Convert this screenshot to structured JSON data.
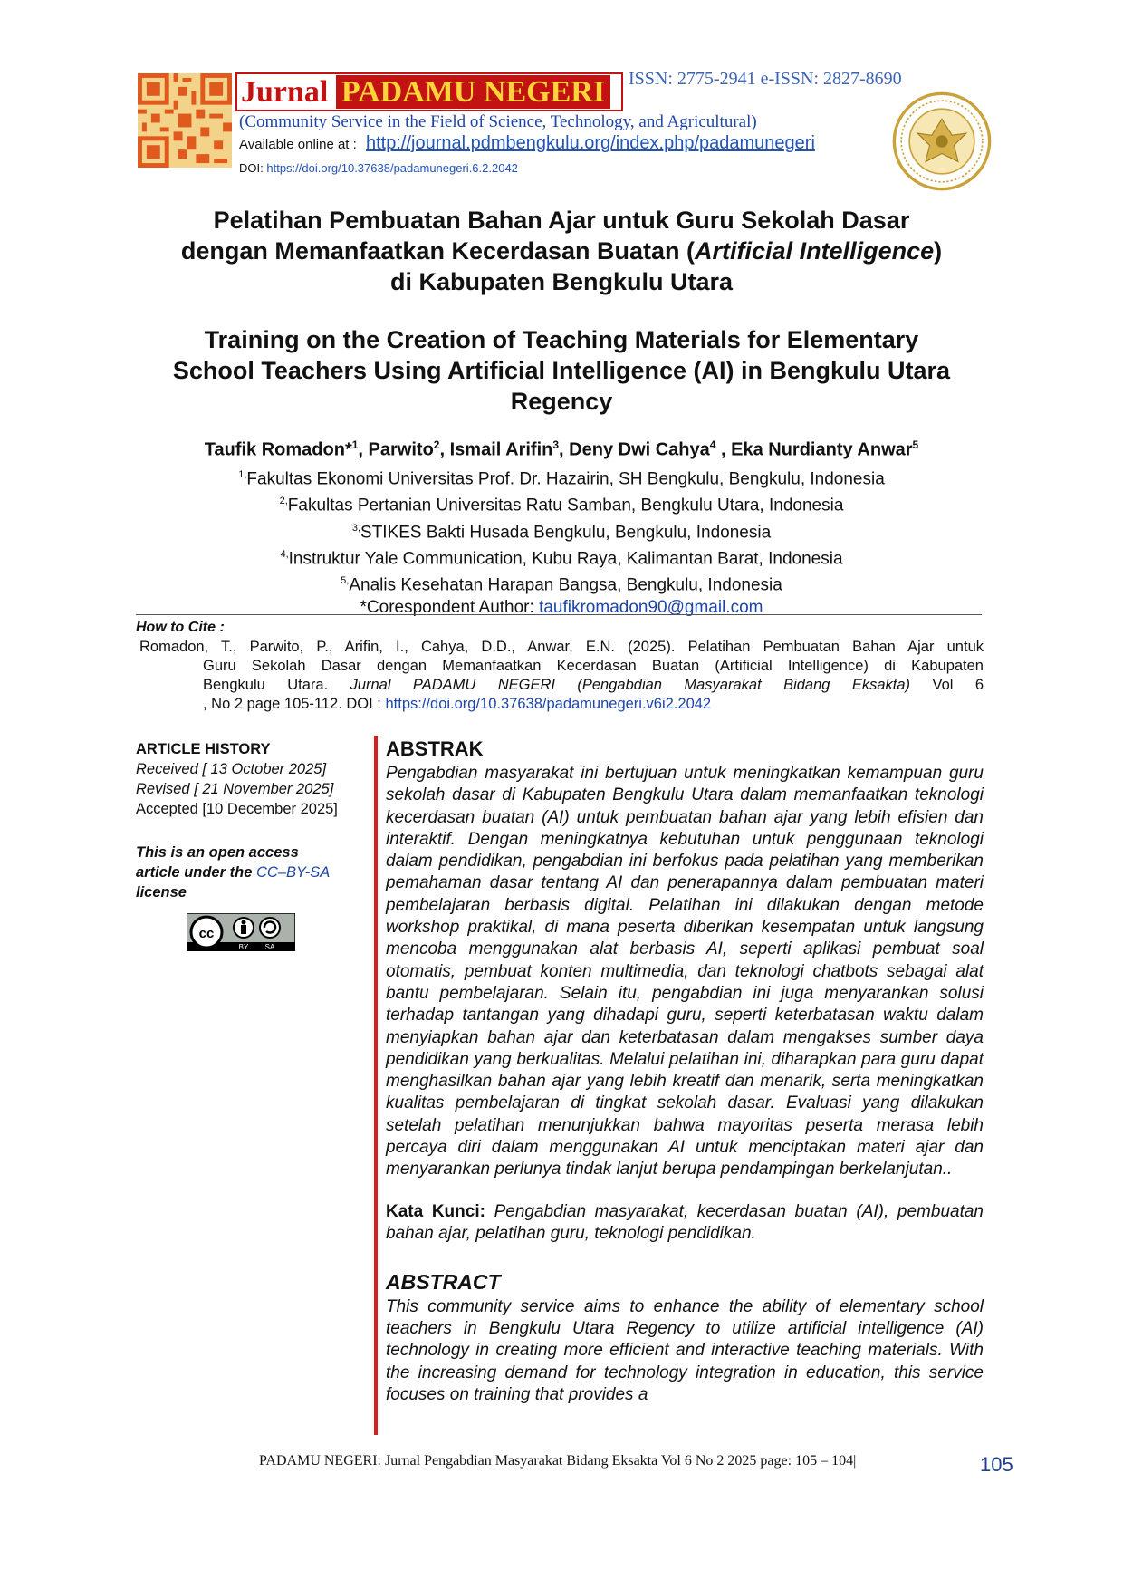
{
  "header": {
    "journal_word": "Jurnal",
    "journal_name": "PADAMU NEGERI",
    "issn": "ISSN: 2775-2941 e-ISSN: 2827-8690",
    "subtitle": "(Community Service in the Field of Science, Technology, and Agricultural)",
    "available_label": "Available online at :",
    "url": "http://journal.pdmbengkulu.org/index.php/padamunegeri",
    "doi_label": "DOI:",
    "doi_url": "https://doi.org/10.37638/padamunegeri.6.2.2042"
  },
  "title_id": {
    "line1": "Pelatihan Pembuatan Bahan Ajar untuk Guru Sekolah Dasar",
    "line2_pre": "dengan Memanfaatkan Kecerdasan Buatan (",
    "line2_italic": "Artificial Intelligence",
    "line2_post": ")",
    "line3": "di Kabupaten Bengkulu Utara"
  },
  "title_en": {
    "line1": "Training on the Creation of Teaching Materials for Elementary",
    "line2": "School Teachers Using Artificial Intelligence (AI) in Bengkulu Utara",
    "line3": "Regency"
  },
  "authors": [
    {
      "name": "Taufik Romadon*",
      "sup": "1",
      "sep": ", "
    },
    {
      "name": "Parwito",
      "sup": "2",
      "sep": ", "
    },
    {
      "name": "Ismail Arifin",
      "sup": "3",
      "sep": ", "
    },
    {
      "name": "Deny Dwi Cahya",
      "sup": "4",
      "sep": " , "
    },
    {
      "name": "Eka Nurdianty Anwar",
      "sup": "5",
      "sep": ""
    }
  ],
  "affiliations": [
    {
      "sup": "1,",
      "text": "Fakultas Ekonomi Universitas Prof. Dr. Hazairin, SH Bengkulu, Bengkulu, Indonesia"
    },
    {
      "sup": "2,",
      "text": "Fakultas Pertanian Universitas Ratu Samban, Bengkulu Utara, Indonesia"
    },
    {
      "sup": "3,",
      "text": "STIKES Bakti Husada Bengkulu, Bengkulu, Indonesia"
    },
    {
      "sup": "4,",
      "text": "Instruktur Yale Communication, Kubu Raya, Kalimantan Barat, Indonesia"
    },
    {
      "sup": "5,",
      "text": "Analis Kesehatan Harapan Bangsa, Bengkulu, Indonesia"
    }
  ],
  "correspondent": {
    "label": "*Corespondent Author:",
    "email": "taufikromadon90@gmail.com"
  },
  "cite": {
    "heading": "How to Cite :",
    "line1": "Romadon, T., Parwito, P., Arifin, I., Cahya, D.D., Anwar, E.N. (2025). Pelatihan Pembuatan Bahan Ajar untuk",
    "line2": "Guru Sekolah Dasar dengan Memanfaatkan Kecerdasan Buatan (Artificial Intelligence) di Kabupaten",
    "line3_pre": "Bengkulu Utara.",
    "line3_italic": "Jurnal PADAMU NEGERI (Pengabdian Masyarakat Bidang Eksakta)",
    "line3_post": "Vol 6",
    "line4_pre": ", No 2 page 105-112. DOI :",
    "line4_link": "https://doi.org/10.37638/padamunegeri.v6i2.2042"
  },
  "history": {
    "heading": "ARTICLE HISTORY",
    "received": "Received [ 13 October  2025]",
    "revised": "Revised [ 21 November 2025]",
    "accepted": "Accepted [10 December 2025]"
  },
  "license": {
    "line1": "This is an open access",
    "line2_pre": "article under the",
    "link": "CC–BY-SA",
    "line3": "license",
    "badge_by": "BY",
    "badge_sa": "SA"
  },
  "abstrak": {
    "heading": "ABSTRAK",
    "text": "Pengabdian masyarakat ini bertujuan untuk meningkatkan kemampuan guru sekolah dasar di Kabupaten Bengkulu Utara dalam memanfaatkan teknologi kecerdasan buatan (AI) untuk pembuatan bahan ajar yang lebih efisien dan interaktif. Dengan meningkatnya kebutuhan untuk penggunaan teknologi dalam pendidikan, pengabdian ini berfokus pada pelatihan yang memberikan pemahaman dasar tentang AI dan penerapannya dalam pembuatan materi pembelajaran berbasis digital. Pelatihan ini dilakukan dengan metode workshop praktikal, di mana peserta diberikan kesempatan untuk langsung mencoba menggunakan alat berbasis AI, seperti aplikasi pembuat soal otomatis, pembuat konten multimedia, dan teknologi chatbots sebagai alat bantu pembelajaran. Selain itu, pengabdian ini juga menyarankan solusi terhadap tantangan yang dihadapi guru, seperti keterbatasan waktu dalam menyiapkan bahan ajar dan keterbatasan dalam mengakses sumber daya pendidikan yang berkualitas. Melalui pelatihan ini, diharapkan para guru dapat menghasilkan bahan ajar yang lebih kreatif dan menarik, serta meningkatkan kualitas pembelajaran di tingkat sekolah dasar. Evaluasi yang dilakukan setelah pelatihan menunjukkan bahwa mayoritas peserta merasa lebih percaya diri dalam menggunakan AI untuk menciptakan materi ajar dan menyarankan perlunya tindak lanjut berupa pendampingan berkelanjutan..",
    "kw_label": "Kata Kunci:",
    "kw_text": "Pengabdian masyarakat, kecerdasan buatan (AI), pembuatan bahan ajar, pelatihan guru, teknologi pendidikan."
  },
  "abstract": {
    "heading": "ABSTRACT",
    "text": "This community service aims to enhance the ability of elementary school teachers in Bengkulu Utara Regency to utilize artificial intelligence (AI) technology in creating more efficient and interactive teaching materials. With the increasing demand for technology integration in education, this service focuses on training that provides a"
  },
  "footer": {
    "text": "PADAMU NEGERI: Jurnal Pengabdian Masyarakat Bidang Eksakta Vol 6 No 2 2025 page: 105 – 104|",
    "page": "105"
  }
}
